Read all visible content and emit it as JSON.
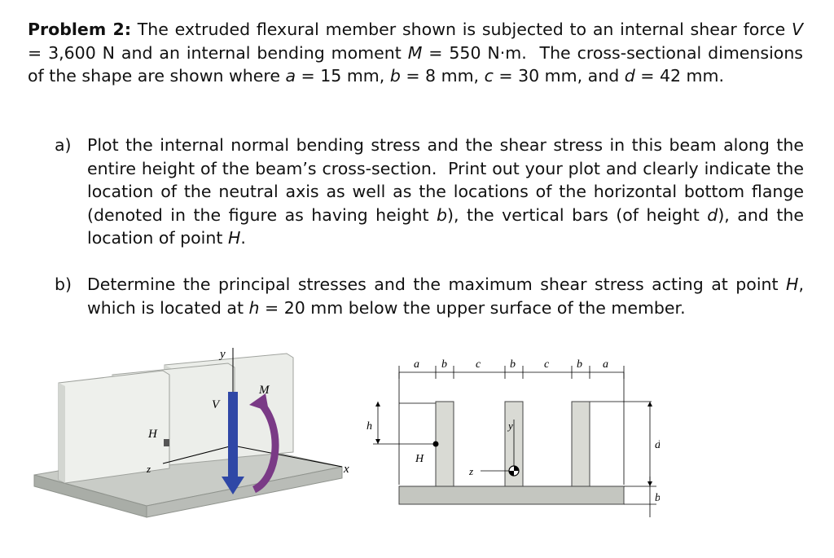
{
  "problem": {
    "heading": "Problem 2:",
    "statement_html": " The extruded flexural member shown is subjected to an internal shear force <i>V</i> = 3,600 N and an internal bending moment <i>M</i> = 550 N·m.&nbsp; The cross-sectional dimensions of the shape are shown where <i>a</i> = 15 mm, <i>b</i> = 8 mm, <i>c</i> = 30 mm, and <i>d</i> = 42 mm."
  },
  "parts": [
    {
      "label": "a)",
      "text_html": "Plot the internal normal bending stress and the shear stress in this beam along the entire height of the beam’s cross-section.&nbsp; Print out your plot and clearly indicate the location of the neutral axis as well as the locations of the horizontal bottom flange (denoted in the figure as having height <i>b</i>), the vertical bars (of height <i>d</i>), and the location of point <i>H</i>."
    },
    {
      "label": "b)",
      "text_html": "Determine the principal stresses and the maximum shear stress acting at point <i>H</i>, which is located at <i>h</i> = 20 mm below the upper surface of the member."
    }
  ],
  "figure_3d": {
    "labels": {
      "y": "y",
      "V": "V",
      "M": "M",
      "H": "H",
      "z": "z",
      "x": "x"
    }
  },
  "figure_section": {
    "labels": {
      "a1": "a",
      "b1": "b",
      "c1": "c",
      "b2": "b",
      "c2": "c",
      "b3": "b",
      "a2": "a",
      "h": "h",
      "H": "H",
      "y": "y",
      "z": "z",
      "d": "d",
      "b4": "b"
    }
  }
}
